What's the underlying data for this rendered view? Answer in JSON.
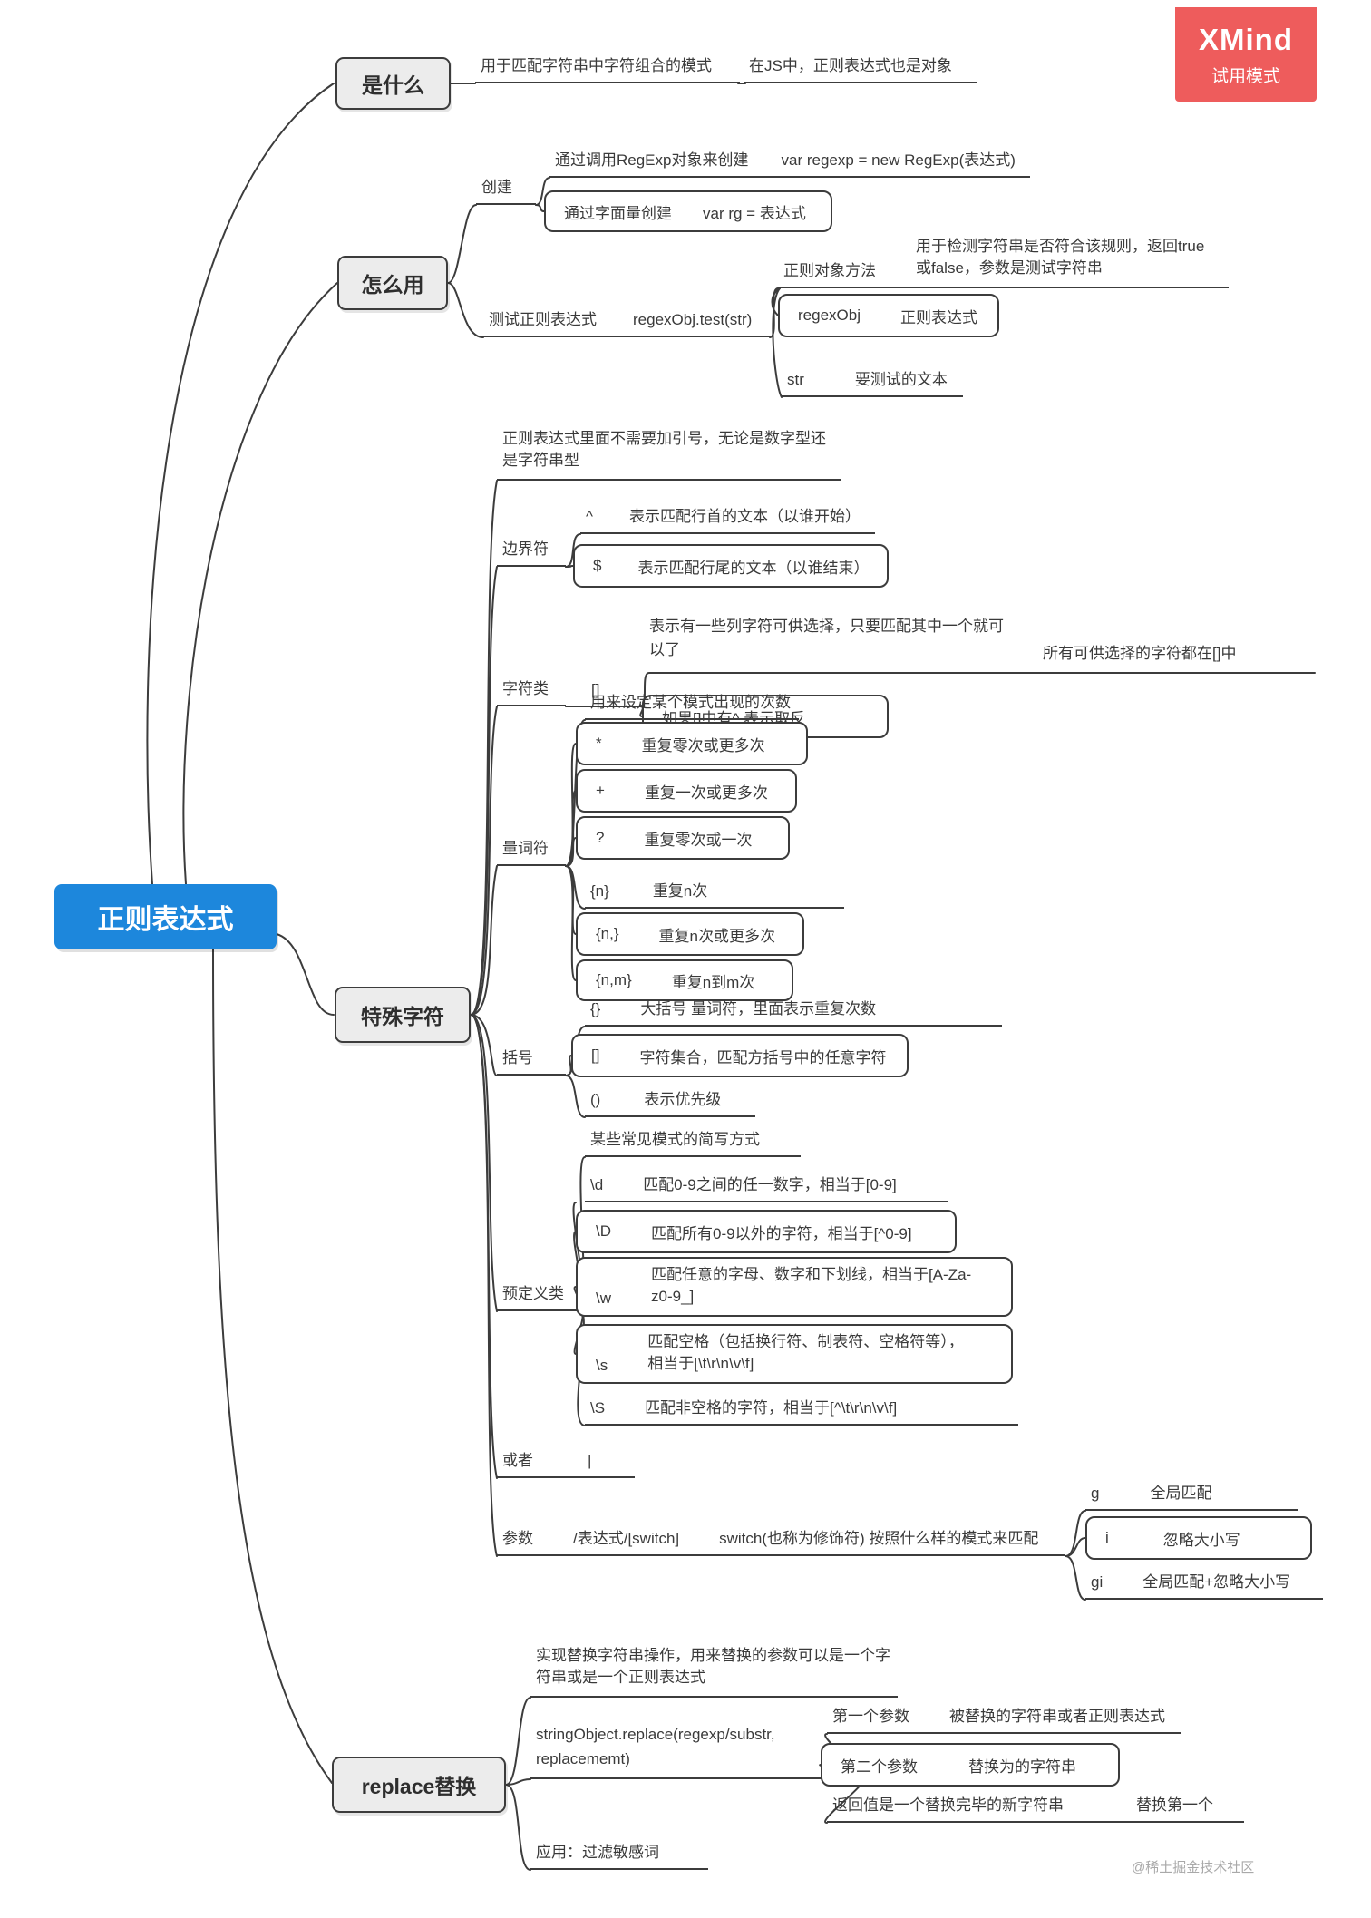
{
  "badge": {
    "app": "XMind",
    "mode": "试用模式"
  },
  "watermark": "@稀土掘金技术社区",
  "colors": {
    "root_bg": "#1d87dc",
    "topic_bg": "#ececec",
    "line": "#3c3c3c",
    "badge_bg": "#ee5c5c"
  },
  "root": {
    "label": "正则表达式"
  },
  "what": {
    "topic": "是什么",
    "pattern": "用于匹配字符串中字符组合的模式",
    "object": "在JS中，正则表达式也是对象"
  },
  "how": {
    "topic": "怎么用",
    "create": {
      "label": "创建",
      "regexp_way": "通过调用RegExp对象来创建",
      "regexp_code": "var regexp = new RegExp(表达式)",
      "literal_way": "通过字面量创建",
      "literal_code": "var rg = 表达式"
    },
    "test": {
      "label": "测试正则表达式",
      "code": "regexObj.test(str)",
      "method": "正则对象方法",
      "method_note": "用于检测字符串是否符合该规则，返回true或false，参数是测试字符串",
      "arg_obj": "regexObj",
      "arg_obj_desc": "正则表达式",
      "arg_str": "str",
      "arg_str_desc": "要测试的文本"
    }
  },
  "special": {
    "topic": "特殊字符",
    "note": "正则表达式里面不需要加引号，无论是数字型还是字符串型",
    "boundary": {
      "label": "边界符",
      "caret": "^",
      "caret_desc": "表示匹配行首的文本（以谁开始）",
      "dollar": "$",
      "dollar_desc": "表示匹配行尾的文本（以谁结束）"
    },
    "charclass": {
      "label": "字符类",
      "sym": "[]",
      "desc": "表示有一些列字符可供选择，只要匹配其中一个就可以了",
      "desc2": "所有可供选择的字符都在[]中",
      "negate": "如果[]中有^ 表示取反"
    },
    "quantifier": {
      "label": "量词符",
      "note": "用来设定某个模式出现的次数",
      "rows": [
        {
          "sym": "*",
          "desc": "重复零次或更多次"
        },
        {
          "sym": "+",
          "desc": "重复一次或更多次"
        },
        {
          "sym": "?",
          "desc": "重复零次或一次"
        },
        {
          "sym": "{n}",
          "desc": "重复n次"
        },
        {
          "sym": "{n,}",
          "desc": "重复n次或更多次"
        },
        {
          "sym": "{n,m}",
          "desc": "重复n到m次"
        }
      ]
    },
    "bracket": {
      "label": "括号",
      "rows": [
        {
          "sym": "{}",
          "desc": "大括号 量词符，里面表示重复次数"
        },
        {
          "sym": "[]",
          "desc": "字符集合，匹配方括号中的任意字符"
        },
        {
          "sym": "()",
          "desc": "表示优先级"
        }
      ]
    },
    "predefined": {
      "label": "预定义类",
      "note": "某些常见模式的简写方式",
      "rows": [
        {
          "sym": "\\d",
          "desc": "匹配0-9之间的任一数字，相当于[0-9]"
        },
        {
          "sym": "\\D",
          "desc": "匹配所有0-9以外的字符，相当于[^0-9]"
        },
        {
          "sym": "\\w",
          "desc": "匹配任意的字母、数字和下划线，相当于[A-Za-z0-9_]"
        },
        {
          "sym": "\\s",
          "desc": "匹配空格（包括换行符、制表符、空格符等），相当于[\\t\\r\\n\\v\\f]"
        },
        {
          "sym": "\\S",
          "desc": "匹配非空格的字符，相当于[^\\t\\r\\n\\v\\f]"
        }
      ]
    },
    "or": {
      "label": "或者",
      "sym": "|"
    },
    "param": {
      "label": "参数",
      "code": "/表达式/[switch]",
      "desc": "switch(也称为修饰符) 按照什么样的模式来匹配",
      "flags": [
        {
          "sym": "g",
          "desc": "全局匹配"
        },
        {
          "sym": "i",
          "desc": "忽略大小写"
        },
        {
          "sym": "gi",
          "desc": "全局匹配+忽略大小写"
        }
      ]
    }
  },
  "replace": {
    "topic": "replace替换",
    "note": "实现替换字符串操作，用来替换的参数可以是一个字符串或是一个正则表达式",
    "code_line1": "stringObject.replace(regexp/substr,",
    "code_line2": "replacememt)",
    "p1": "第一个参数",
    "p1_desc": "被替换的字符串或者正则表达式",
    "p2": "第二个参数",
    "p2_desc": "替换为的字符串",
    "ret": "返回值是一个替换完毕的新字符串",
    "ret_desc": "替换第一个",
    "app": "应用：过滤敏感词"
  }
}
